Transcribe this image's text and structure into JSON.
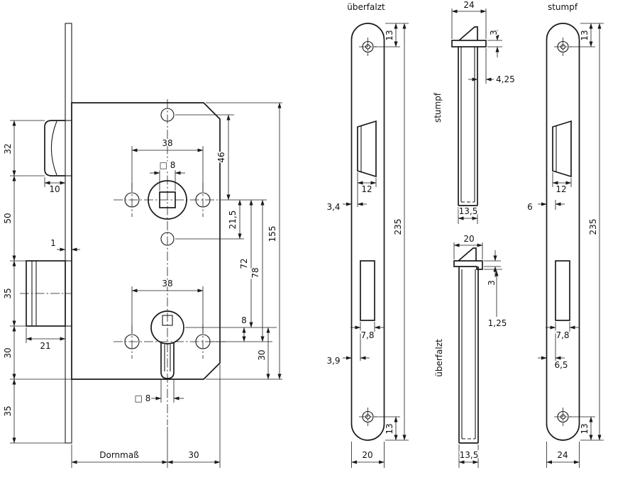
{
  "main": {
    "d32": "32",
    "d10": "10",
    "d50": "50",
    "d1": "1",
    "d35a": "35",
    "d30a": "30",
    "d35b": "35",
    "d21": "21",
    "d38top": "38",
    "sq8": "□ 8",
    "d46": "46",
    "d21_5": "21,5",
    "d72": "72",
    "d78": "78",
    "d155": "155",
    "d38bot": "38",
    "d8": "8",
    "d30r": "30",
    "sq8b": "□ 8",
    "dornmass": "Dornmaß",
    "d30b": "30"
  },
  "plate_uf": {
    "title": "überfalzt",
    "d13t": "13",
    "d12": "12",
    "d3_4": "3,4",
    "d235": "235",
    "d7_8": "7,8",
    "d3_9": "3,9",
    "d13b": "13",
    "d20": "20"
  },
  "profile_st": {
    "d24": "24",
    "d3": "3",
    "d4_25": "4,25",
    "label": "stumpf",
    "d13_5": "13,5"
  },
  "profile_uf": {
    "d20": "20",
    "d3": "3",
    "d1_25": "1,25",
    "label": "überfalzt",
    "d13_5": "13,5"
  },
  "plate_st": {
    "title": "stumpf",
    "d13t": "13",
    "d12": "12",
    "d6": "6",
    "d235": "235",
    "d7_8": "7,8",
    "d6_5": "6,5",
    "d13b": "13",
    "d24": "24"
  }
}
